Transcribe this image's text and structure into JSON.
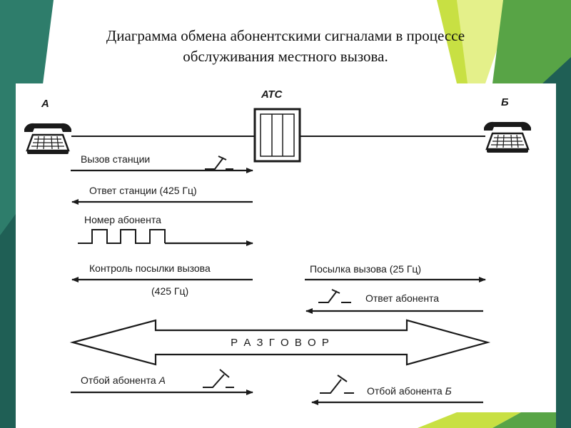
{
  "title": {
    "line1": "Диаграмма обмена абонентскими сигналами в процессе",
    "line2": "обслуживания местного вызова."
  },
  "colors": {
    "teal_dark": "#1f5f55",
    "teal": "#2e7d6b",
    "lime": "#c8e043",
    "lime_light": "#e4f08a",
    "green": "#58a446",
    "ink": "#1a1a1a"
  },
  "diagram": {
    "subscriber_a": "А",
    "exchange": "АТС",
    "subscriber_b": "Б",
    "signals": {
      "station_call": "Вызов станции",
      "station_answer": "Ответ станции (425 Гц)",
      "subscriber_number": "Номер абонента",
      "ringback_control": "Контроль посылки вызова",
      "ringback_freq": "(425 Гц)",
      "ringing": "Посылка вызова (25 Гц)",
      "subscriber_answer": "Ответ абонента",
      "conversation": "Р А З Г О В О Р",
      "hangup_a": "Отбой абонента",
      "hangup_a_letter": "А",
      "hangup_b": "Отбой абонента",
      "hangup_b_letter": "Б"
    }
  },
  "icons": {
    "phone_a": "telephone-icon",
    "phone_b": "telephone-icon",
    "hook_switch": "hook-switch-icon"
  }
}
